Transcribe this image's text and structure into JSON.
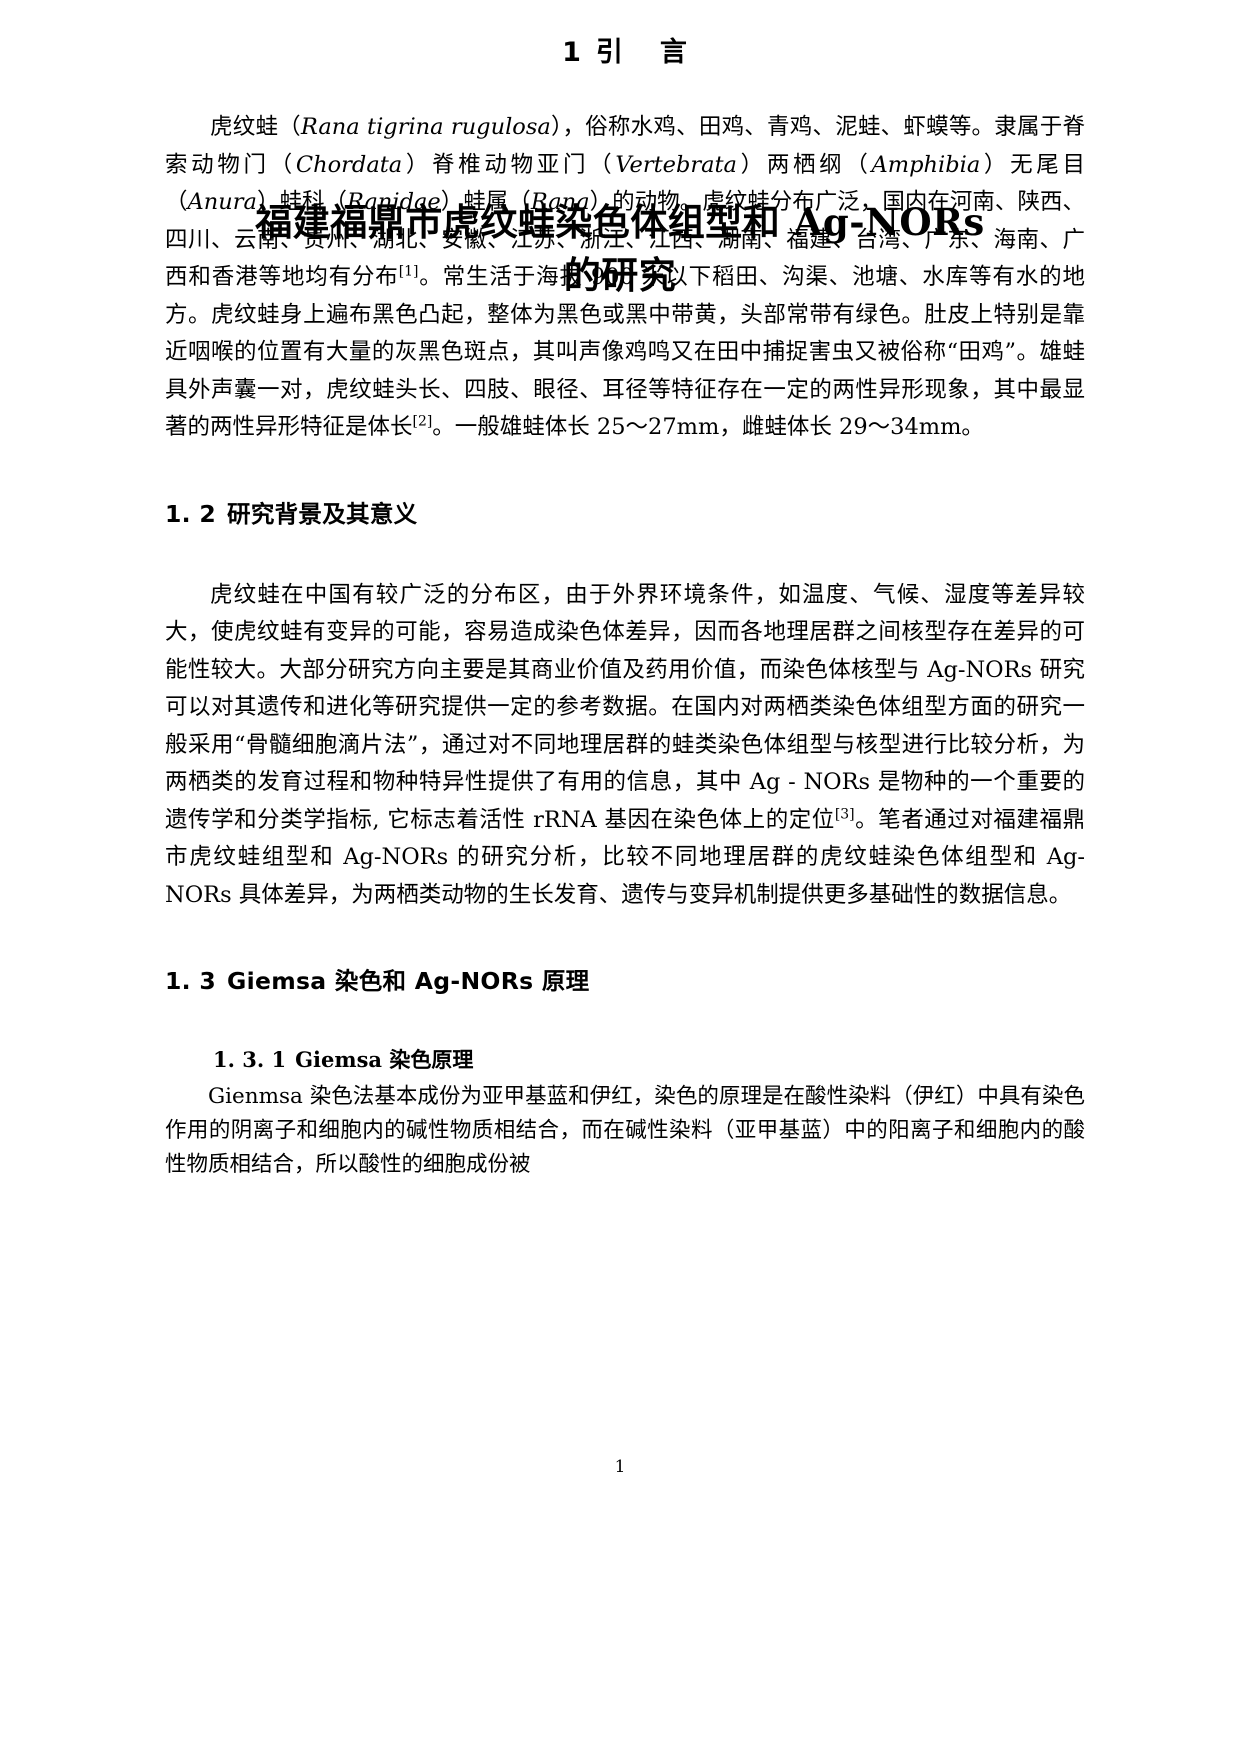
{
  "document": {
    "title_line1": "福建福鼎市虎纹蛙染色体组型和 Ag-NORs",
    "title_line2": "的研究",
    "page_number": "1"
  },
  "chapter": {
    "number": "1",
    "label_part1": "引",
    "label_part2": "言"
  },
  "sections": [
    {
      "number": "1. 2",
      "title": "研究背景及其意义"
    },
    {
      "number": "1. 3",
      "title": "Giemsa 染色和 Ag-NORs 原理"
    }
  ],
  "subsections": [
    {
      "number": "1. 3. 1",
      "title": "Giemsa 染色原理"
    }
  ],
  "paragraphs": {
    "intro_p1": {
      "seg1": "虎纹蛙（",
      "sci1": "Rana tigrina rugulosa",
      "seg2": "），俗称水鸡、田鸡、青鸡、泥蛙、虾蟆等。隶属于脊索动物门（",
      "sci2": "Chordata",
      "seg3": "）脊椎动物亚门（",
      "sci3": "Vertebrata",
      "seg4": "）两栖纲（",
      "sci4": "Amphibia",
      "seg5": "）无尾目（",
      "sci5": "Anura",
      "seg6": "）蛙科（",
      "sci6": "Ranidae",
      "seg7": "）蛙属（",
      "sci7": "Rana",
      "seg8": "）的动物。虎纹蛙分布广泛，国内在河南、陕西、四川、云南、贵州、湖北、安徽、江苏、浙江、江西、湖南、福建、台湾、广东、海南、广西和香港等地均有分布",
      "ref1": "[1]",
      "seg9": "。常生活于海拔 900 米以下稻田、沟渠、池塘、水库等有水的地方。虎纹蛙身上遍布黑色凸起，整体为黑色或黑中带黄，头部常带有绿色。肚皮上特别是靠近咽喉的位置有大量的灰黑色斑点，其叫声像鸡鸣又在田中捕捉害虫又被俗称“田鸡”。雄蛙具外声囊一对，虎纹蛙头长、四肢、眼径、耳径等特征存在一定的两性异形现象，其中最显著的两性异形特征是体长",
      "ref2": "[2]",
      "seg10": "。一般雄蛙体长 25～27mm，雌蛙体长 29～34mm。"
    },
    "background_p1": {
      "seg1": "虎纹蛙在中国有较广泛的分布区，由于外界环境条件，如温度、气候、湿度等差异较大，使虎纹蛙有变异的可能，容易造成染色体差异，因而各地理居群之间核型存在差异的可能性较大。大部分研究方向主要是其商业价值及药用价值，而染色体核型与 Ag-NORs 研究可以对其遗传和进化等研究提供一定的参考数据。在国内对两栖类染色体组型方面的研究一般采用“骨髓细胞滴片法”，通过对不同地理居群的蛙类染色体组型与核型进行比较分析，为两栖类的发育过程和物种特异性提供了有用的信息，其中 Ag - NORs 是物种的一个重要的遗传学和分类学指标, 它标志着活性 rRNA 基因在染色体上的定位",
      "ref1": "[3]",
      "seg2": "。笔者通过对福建福鼎市虎纹蛙组型和 Ag-NORs 的研究分析，比较不同地理居群的虎纹蛙染色体组型和 Ag-NORs 具体差异，为两栖类动物的生长发育、遗传与变异机制提供更多基础性的数据信息。"
    },
    "giemsa_p1": {
      "text": "Gienmsa 染色法基本成份为亚甲基蓝和伊红，染色的原理是在酸性染料（伊红）中具有染色作用的阴离子和细胞内的碱性物质相结合，而在碱性染料（亚甲基蓝）中的阳离子和细胞内的酸性物质相结合，所以酸性的细胞成份被"
    }
  }
}
